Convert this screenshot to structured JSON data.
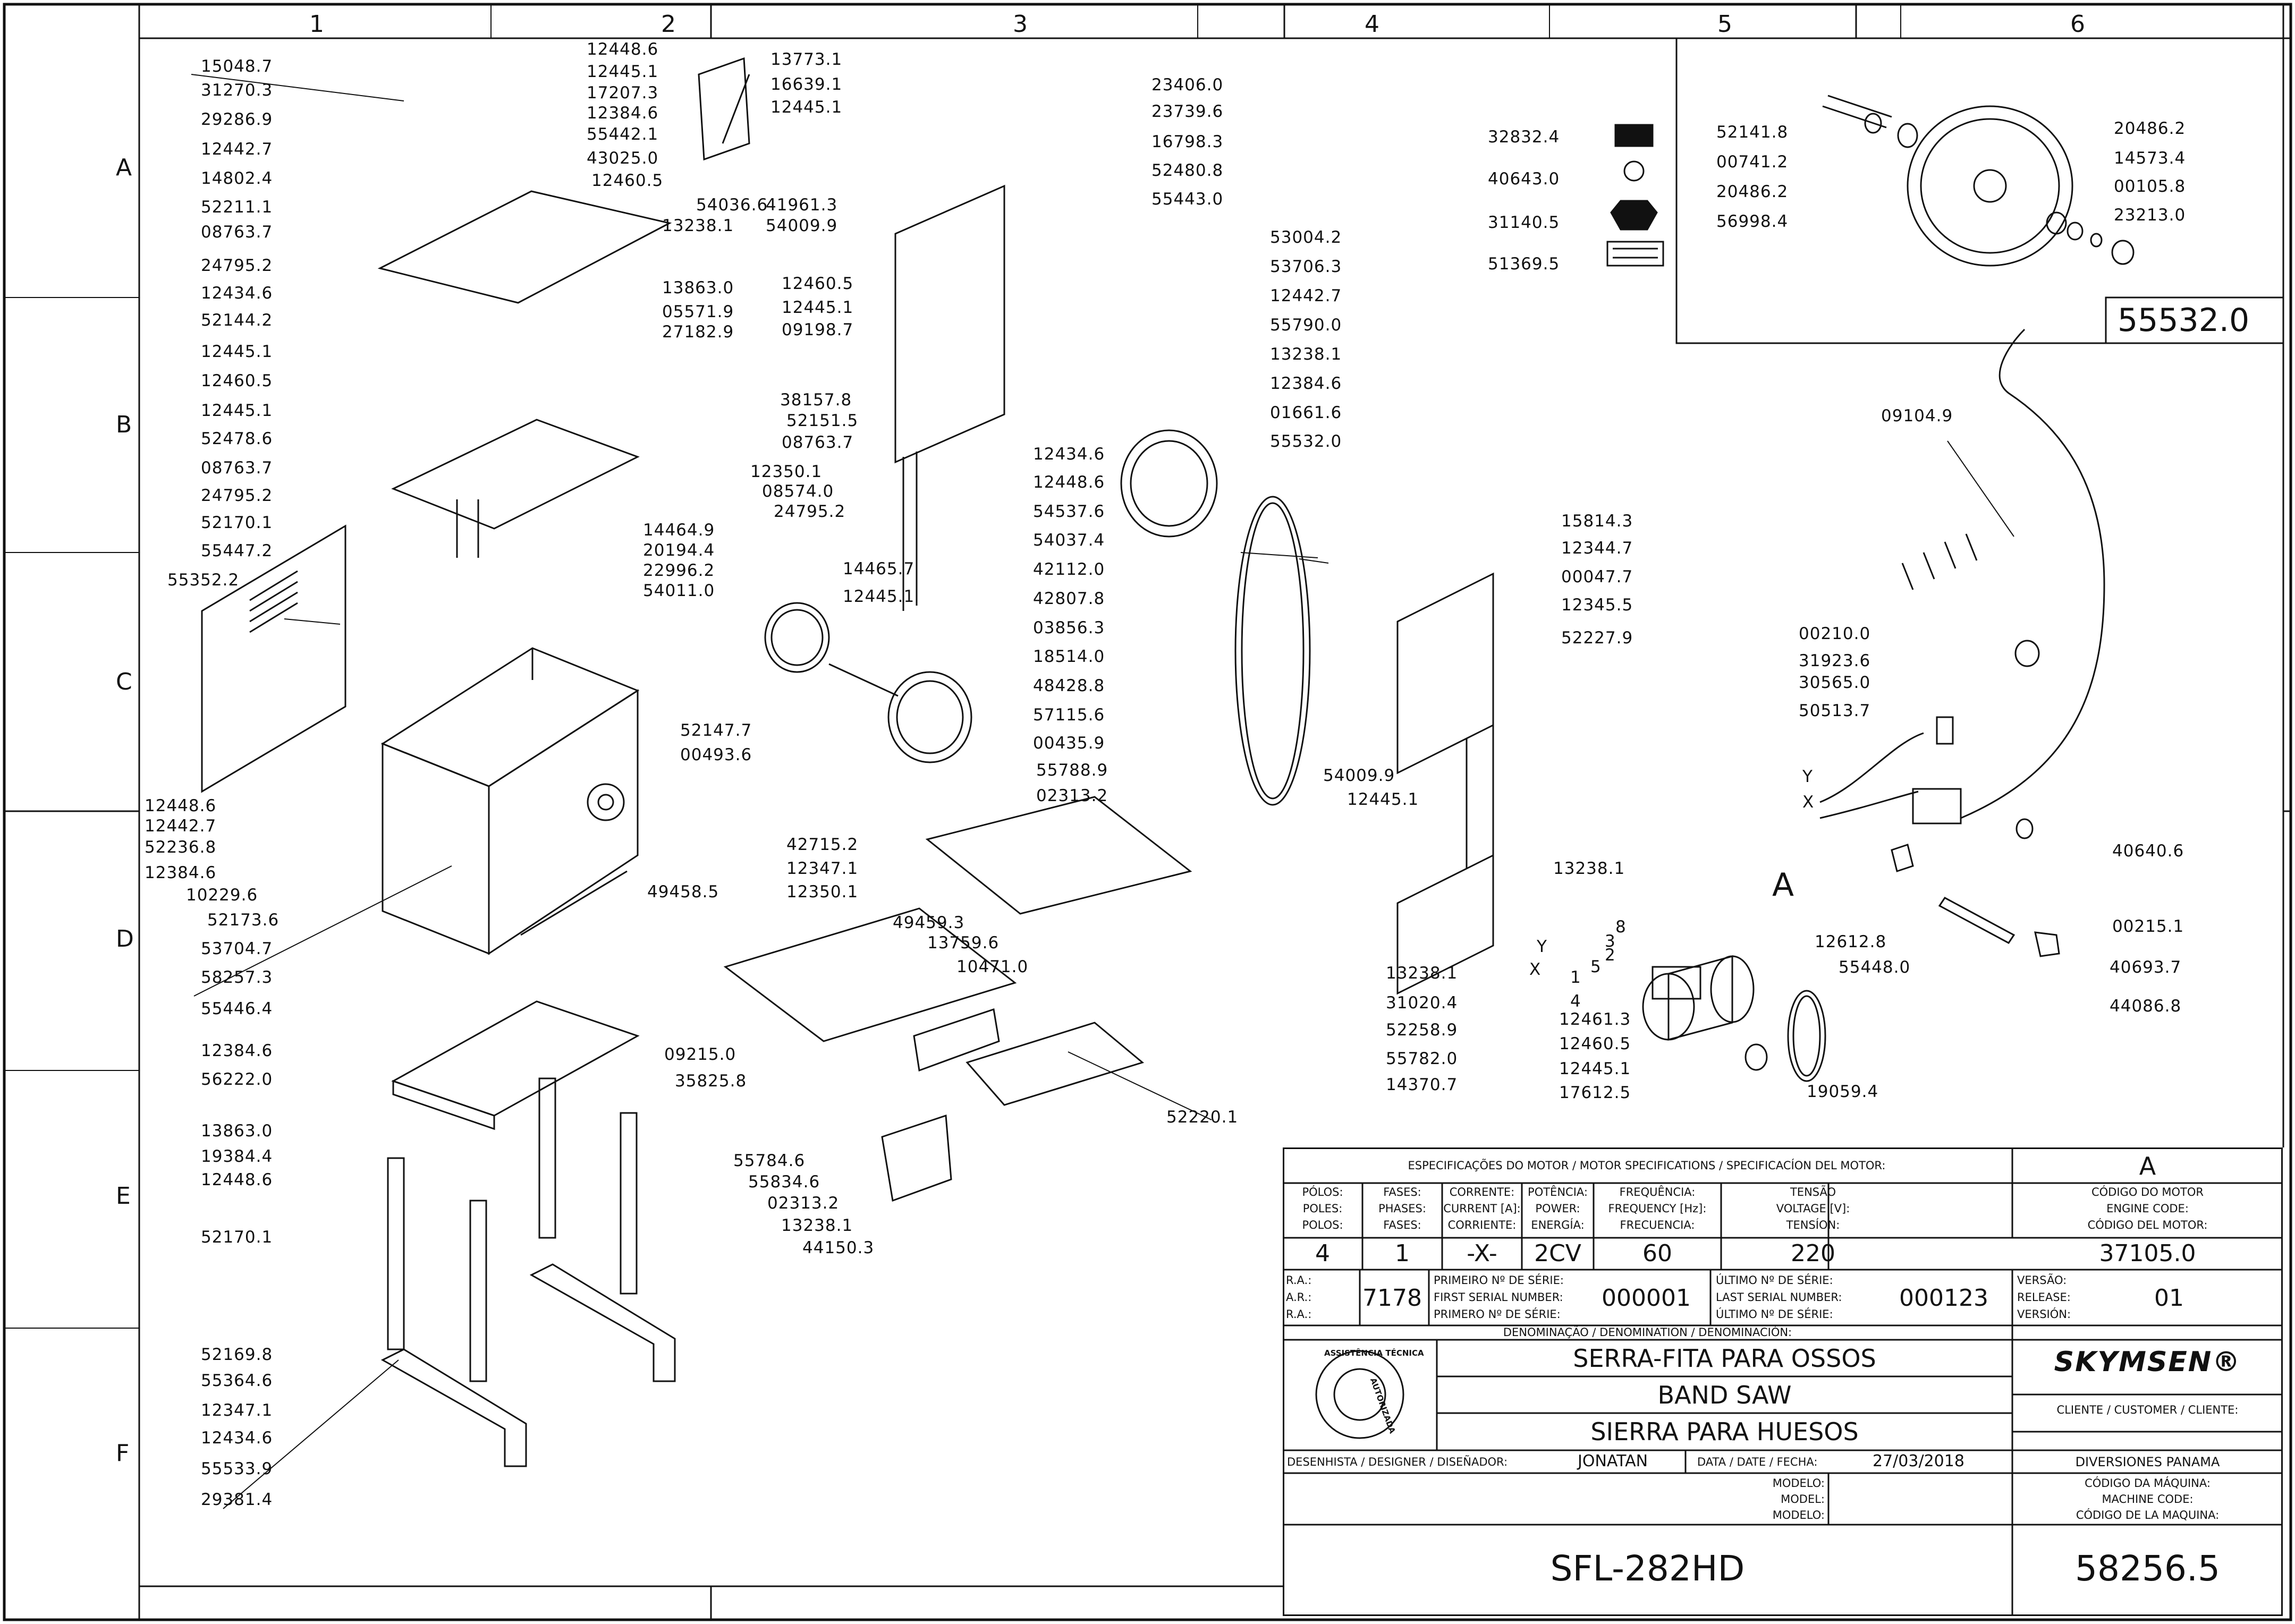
{
  "grid": {
    "columns": [
      "1",
      "2",
      "3",
      "4",
      "5",
      "6"
    ],
    "rows": [
      "A",
      "B",
      "C",
      "D",
      "E",
      "F"
    ]
  },
  "detail": {
    "letter": "A",
    "wheel_part": "55532.0"
  },
  "wiring_labels": {
    "y": "Y",
    "x": "X",
    "n8": "8",
    "n3": "3",
    "n2": "2",
    "n5": "5",
    "n1": "1",
    "n4": "4"
  },
  "part_labels": [
    "15048.7",
    "31270.3",
    "29286.9",
    "12442.7",
    "14802.4",
    "52211.1",
    "08763.7",
    "24795.2",
    "12434.6",
    "52144.2",
    "12445.1",
    "12460.5",
    "12445.1",
    "52478.6",
    "08763.7",
    "24795.2",
    "52170.1",
    "55447.2",
    "12448.6",
    "12445.1",
    "17207.3",
    "12384.6",
    "55442.1",
    "43025.0",
    "12460.5",
    "54036.6",
    "13238.1",
    "41961.3",
    "54009.9",
    "13863.0",
    "05571.9",
    "27182.9",
    "38157.8",
    "52151.5",
    "08763.7",
    "12350.1",
    "08574.0",
    "24795.2",
    "13773.1",
    "16639.1",
    "12445.1",
    "23406.0",
    "23739.6",
    "16798.3",
    "52480.8",
    "55443.0",
    "12460.5",
    "12445.1",
    "09198.7",
    "53004.2",
    "53706.3",
    "12442.7",
    "55790.0",
    "13238.1",
    "12384.6",
    "01661.6",
    "55532.0",
    "12434.6",
    "12448.6",
    "54537.6",
    "54037.4",
    "42112.0",
    "42807.8",
    "03856.3",
    "18514.0",
    "48428.8",
    "57115.6",
    "00435.9",
    "14464.9",
    "20194.4",
    "22996.2",
    "54011.0",
    "14465.7",
    "12445.1",
    "52147.7",
    "00493.6",
    "55352.2",
    "12448.6",
    "12442.7",
    "52236.8",
    "12384.6",
    "10229.6",
    "52173.6",
    "53704.7",
    "58257.3",
    "55446.4",
    "12384.6",
    "56222.0",
    "13863.0",
    "19384.4",
    "12448.6",
    "52170.1",
    "52169.8",
    "55364.6",
    "12347.1",
    "12434.6",
    "55533.9",
    "29381.4",
    "55788.9",
    "02313.2",
    "42715.2",
    "12347.1",
    "12350.1",
    "49458.5",
    "49459.3",
    "13759.6",
    "10471.0",
    "09215.0",
    "35825.8",
    "13238.1",
    "31020.4",
    "52258.9",
    "55782.0",
    "14370.7",
    "52220.1",
    "55784.6",
    "55834.6",
    "02313.2",
    "13238.1",
    "44150.3",
    "15814.3",
    "12344.7",
    "00047.7",
    "12345.5",
    "52227.9",
    "54009.9",
    "12445.1",
    "32832.4",
    "40643.0",
    "31140.5",
    "51369.5",
    "52141.8",
    "00741.2",
    "20486.2",
    "56998.4",
    "20486.2",
    "14573.4",
    "00105.8",
    "23213.0",
    "09104.9",
    "00210.0",
    "31923.6",
    "30565.0",
    "50513.7",
    "40640.6",
    "00215.1",
    "40693.7",
    "44086.8",
    "13238.1",
    "12612.8",
    "55448.0",
    "12461.3",
    "12460.5",
    "12445.1",
    "17612.5",
    "19059.4"
  ],
  "title_block": {
    "motor_header": "ESPECIFICAÇÕES DO MOTOR / MOTOR SPECIFICATIONS / SPECIFICACÍON DEL MOTOR:",
    "motor_letter": "A",
    "spec_headers": [
      [
        "PÓLOS:",
        "POLES:",
        "POLOS:"
      ],
      [
        "FASES:",
        "PHASES:",
        "FASES:"
      ],
      [
        "CORRENTE:",
        "CURRENT [A]:",
        "CORRIENTE:"
      ],
      [
        "POTÊNCIA:",
        "POWER:",
        "ENERGÍA:"
      ],
      [
        "FREQUÊNCIA:",
        "FREQUENCY [Hz]:",
        "FRECUENCIA:"
      ],
      [
        "TENSÃO",
        "VOLTAGE [V]:",
        "TENSÍON:"
      ],
      [
        "CÓDIGO DO MOTOR",
        "ENGINE CODE:",
        "CÓDIGO DEL MOTOR:"
      ]
    ],
    "spec_values": [
      "4",
      "1",
      "-X-",
      "2CV",
      "60",
      "220",
      "37105.0"
    ],
    "ra_labels": [
      "R.A.:",
      "A.R.:",
      "R.A.:"
    ],
    "ra_value": "7178",
    "first_serial_labels": [
      "PRIMEIRO Nº DE SÉRIE:",
      "FIRST SERIAL NUMBER:",
      "PRIMERO Nº DE SÉRIE:"
    ],
    "first_serial": "000001",
    "last_serial_labels": [
      "ÚLTIMO Nº DE SÉRIE:",
      "LAST SERIAL NUMBER:",
      "ÚLTIMO Nº DE SÉRIE:"
    ],
    "last_serial": "000123",
    "version_labels": [
      "VERSÃO:",
      "RELEASE:",
      "VERSIÓN:"
    ],
    "version": "01",
    "denomination_header": "DENOMINAÇÃO / DENOMINATION / DENOMINACIÓN:",
    "names": [
      "SERRA-FITA PARA OSSOS",
      "BAND SAW",
      "SIERRA PARA HUESOS"
    ],
    "brand": "SKYMSEN®",
    "seal": {
      "top": "ASSISTÊNCIA TÉCNICA",
      "right": "AUTORIZADA"
    },
    "client_label": "CLIENTE / CUSTOMER / CLIENTE:",
    "client": "DIVERSIONES PANAMA",
    "designer_label": "DESENHISTA / DESIGNER / DISEÑADOR:",
    "designer": "JONATAN",
    "date_label": "DATA / DATE / FECHA:",
    "date": "27/03/2018",
    "model_labels": [
      "MODELO:",
      "MODEL:",
      "MODELO:"
    ],
    "machine_code_labels": [
      "CÓDIGO DA MÁQUINA:",
      "MACHINE CODE:",
      "CÓDIGO DE LA MAQUINA:"
    ],
    "model": "SFL-282HD",
    "machine_code": "58256.5"
  },
  "colors": {
    "ink": "#111111",
    "paper": "#ffffff"
  }
}
